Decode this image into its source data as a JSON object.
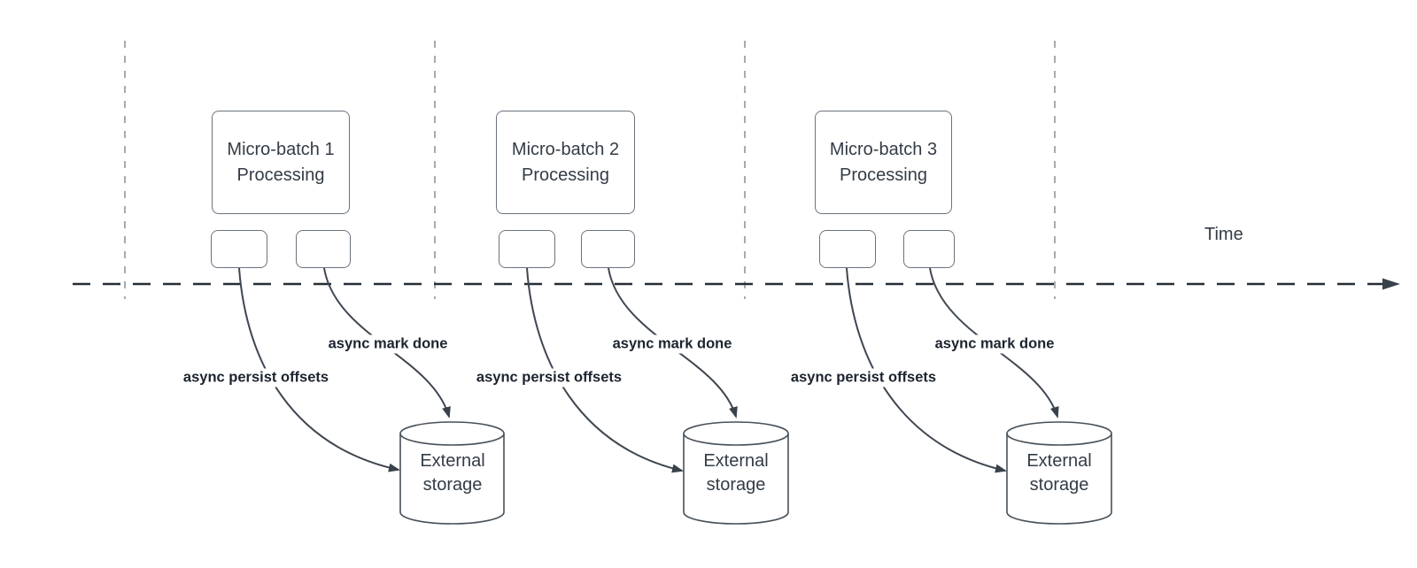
{
  "time_axis": {
    "label": "Time"
  },
  "batches": [
    {
      "title": "Micro-batch 1 Processing",
      "persist_label": "async persist offsets",
      "done_label": "async mark done",
      "storage_label": "External storage"
    },
    {
      "title": "Micro-batch 2 Processing",
      "persist_label": "async persist offsets",
      "done_label": "async mark done",
      "storage_label": "External storage"
    },
    {
      "title": "Micro-batch 3 Processing",
      "persist_label": "async persist offsets",
      "done_label": "async mark done",
      "storage_label": "External storage"
    }
  ],
  "colors": {
    "background": "#ffffff",
    "axis_line": "#272d35",
    "divider_line": "#a6abb0",
    "arrow_line": "#3f4751",
    "arrowhead_fill": "#39414b",
    "shape_border": "#6b737d",
    "cylinder_border": "#475059",
    "text": "#333c46",
    "bold_label_text": "#1c242f"
  }
}
